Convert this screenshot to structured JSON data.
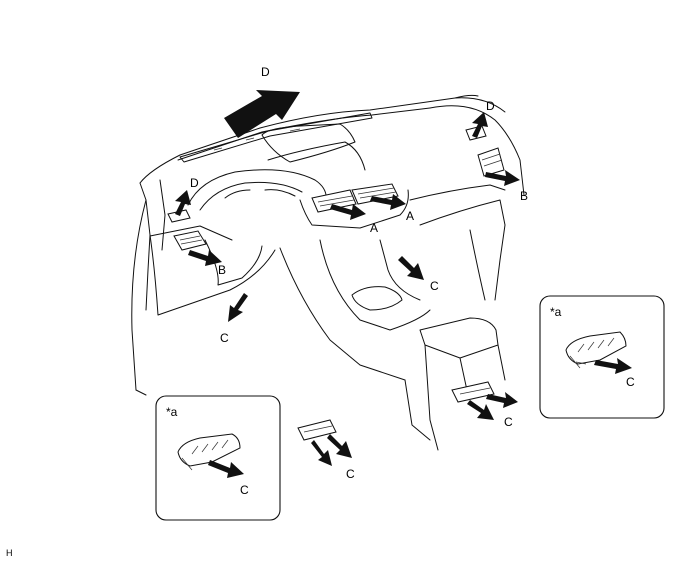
{
  "labels": {
    "top_dash": "D",
    "left_up": "D",
    "right_up": "D",
    "left_side": "B",
    "right_side": "B",
    "center_left": "A",
    "center_right": "A",
    "center_lower": "C",
    "left_lower": "C",
    "console_rear": "C",
    "rear_floor": "C",
    "inset_left_c": "C",
    "inset_right_c": "C",
    "inset_left_tag": "*a",
    "inset_right_tag": "*a",
    "corner_code": "H"
  }
}
